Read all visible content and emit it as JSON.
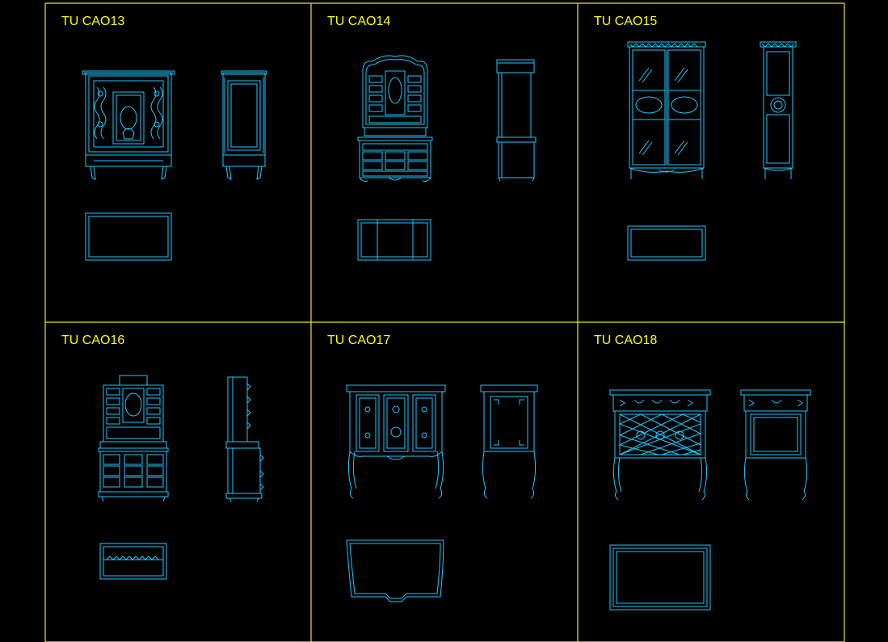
{
  "colors": {
    "background": "#000000",
    "grid_line": "#e8e81a",
    "title_text": "#ffff00",
    "drawing": "#1ec8ff"
  },
  "cells": [
    {
      "title": "TU CAO13",
      "style": "ornate-cabinet"
    },
    {
      "title": "TU CAO14",
      "style": "bureau-bookcase"
    },
    {
      "title": "TU CAO15",
      "style": "glass-vitrine"
    },
    {
      "title": "TU CAO16",
      "style": "secretary-cabinet"
    },
    {
      "title": "TU CAO17",
      "style": "console-cabinet"
    },
    {
      "title": "TU CAO18",
      "style": "lattice-console"
    }
  ]
}
